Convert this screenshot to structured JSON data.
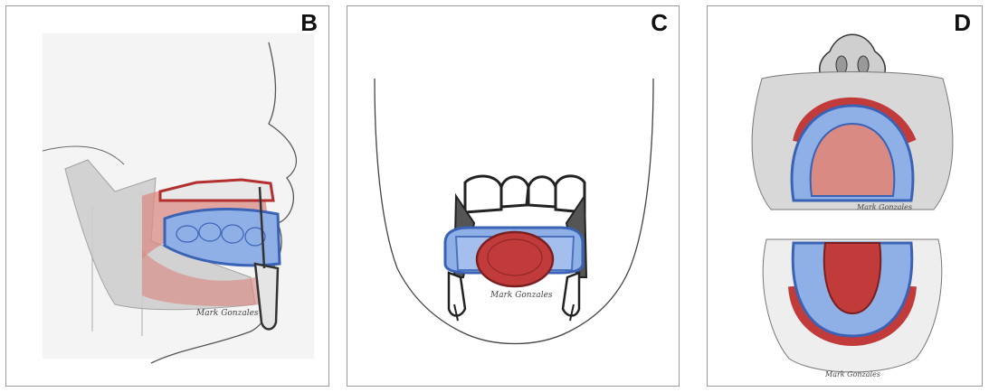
{
  "panels": [
    {
      "letter": "B"
    },
    {
      "letter": "C"
    },
    {
      "letter": "D"
    }
  ],
  "signature": "Mark Gonzales",
  "colors": {
    "appliance_blue": "#4a78c8",
    "appliance_light": "#8fb0e6",
    "tissue_red": "#c23b3b",
    "tissue_light": "#d98b83",
    "bone_gray": "#cfcfcf",
    "outline": "#222222"
  }
}
